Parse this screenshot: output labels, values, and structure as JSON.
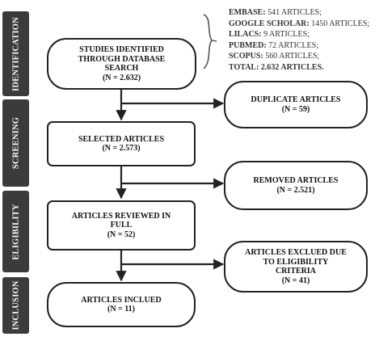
{
  "phases": [
    "IDENTIFICATION",
    "SCREENING",
    "ELIGIBILITY",
    "INCLUSION"
  ],
  "boxes": {
    "identified": {
      "title": "STUDIES IDENTIFIED THROUGH DATABASE SEARCH",
      "count": "(N = 2.632)"
    },
    "duplicates": {
      "title": "DUPLICATE ARTICLES",
      "count": "(N = 59)"
    },
    "selected": {
      "title": "SELECTED ARTICLES",
      "count": "(N = 2.573)"
    },
    "removed": {
      "title": "REMOVED ARTICLES",
      "count": "(N = 2.521)"
    },
    "reviewed": {
      "title": "ARTICLES REVIEWED IN FULL",
      "count": "(N = 52)"
    },
    "excluded": {
      "title": "ARTICLES EXCLUED DUE TO ELIGIBILITY CRITERIA",
      "count": "(N = 41)"
    },
    "included": {
      "title": "ARTICLES INCLUED",
      "count": "(N = 11)"
    }
  },
  "sources": [
    {
      "name": "EMBASE:",
      "value": "541 ARTICLES;"
    },
    {
      "name": "GOOGLE SCHOLAR:",
      "value": "1450 ARTICLES;"
    },
    {
      "name": "LILACS:",
      "value": "9 ARTICLES;"
    },
    {
      "name": "PUBMED:",
      "value": "72 ARTICLES;"
    },
    {
      "name": "SCOPUS:",
      "value": "560 ARTICLES;"
    },
    {
      "name": "TOTAL:",
      "value": "2.632 ARTICLES."
    }
  ],
  "colors": {
    "phase_bg": "#3b3b3b",
    "phase_text": "#ffffff",
    "line": "#222222",
    "brace": "#555555"
  }
}
